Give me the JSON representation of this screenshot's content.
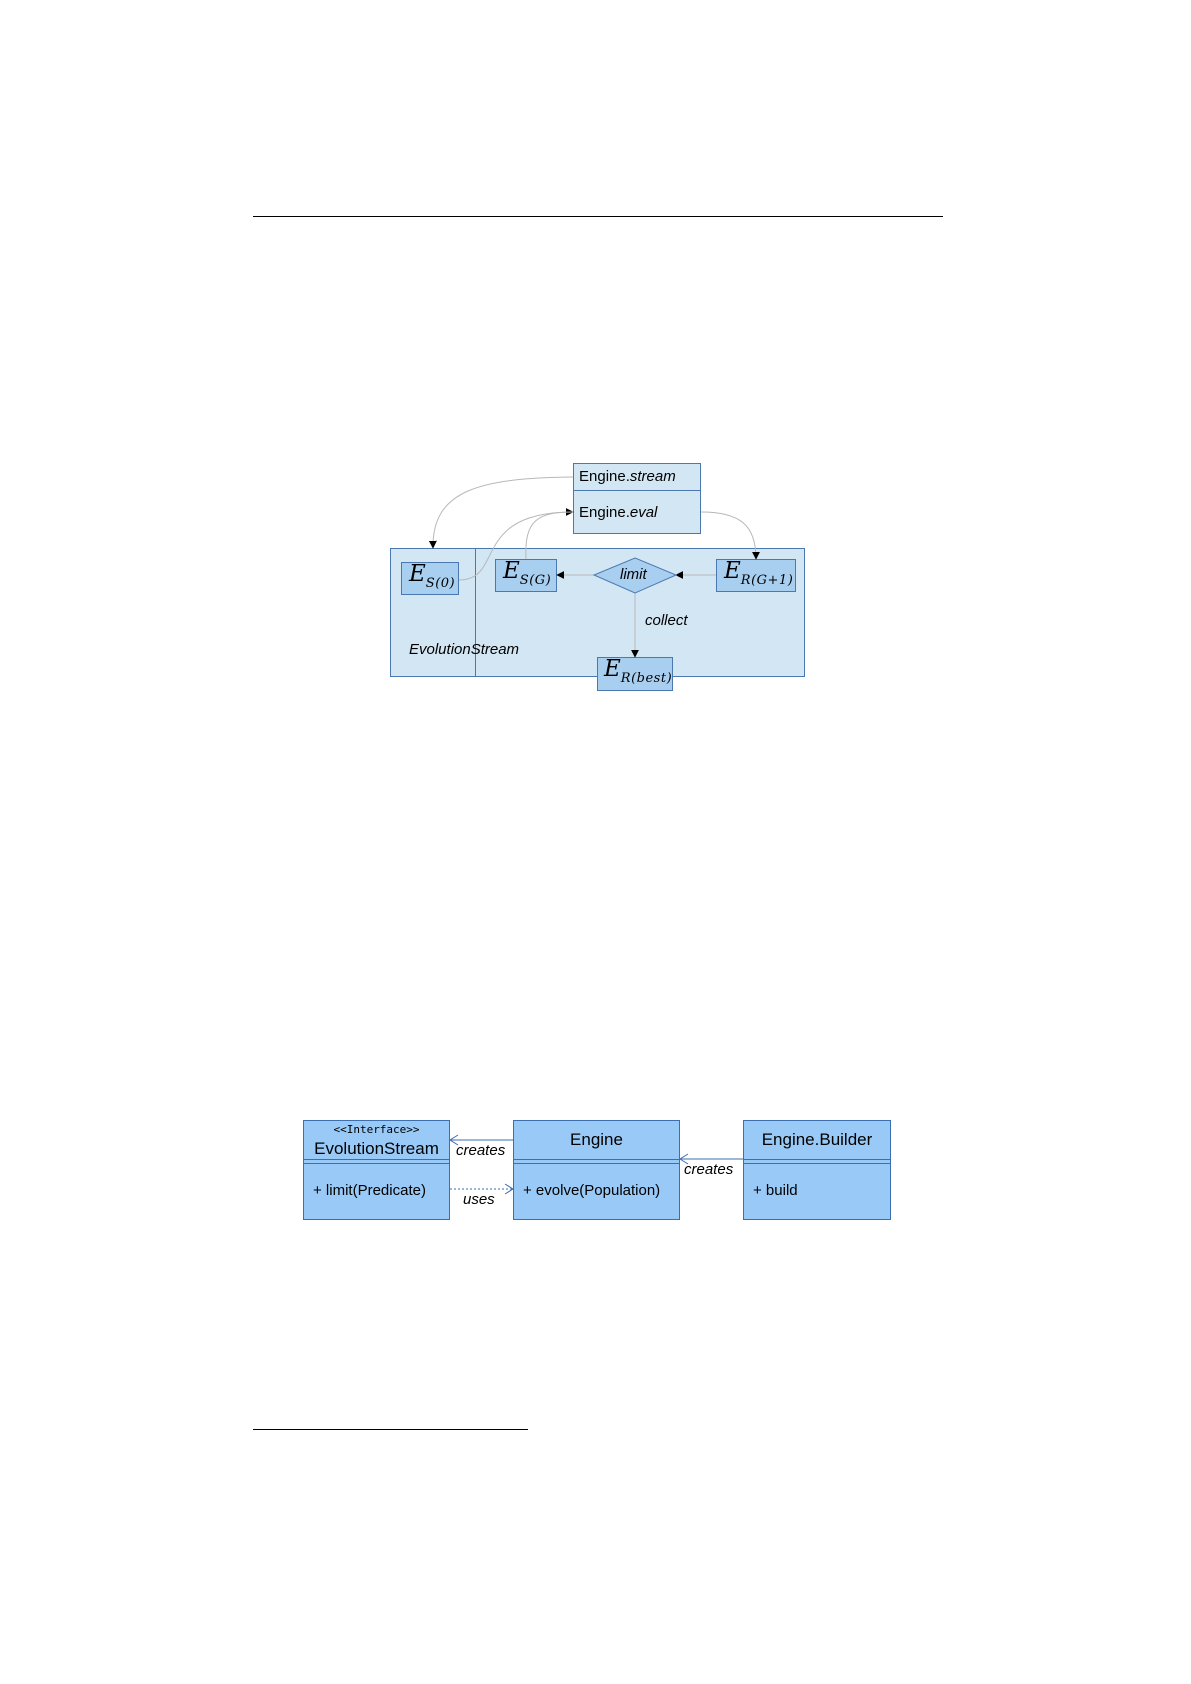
{
  "flow": {
    "engine_stream_prefix": "Engine.",
    "engine_stream_method": "stream",
    "engine_eval_prefix": "Engine.",
    "engine_eval_method": "eval",
    "es0": {
      "symbol": "E",
      "subscript": "S(0)"
    },
    "esg": {
      "symbol": "E",
      "subscript": "S(G)"
    },
    "erg1": {
      "symbol": "E",
      "subscript": "R(G+1)"
    },
    "erbest": {
      "symbol": "E",
      "subscript": "R(best)"
    },
    "limit_label": "limit",
    "collect_label": "collect",
    "container_label": "EvolutionStream"
  },
  "uml": {
    "evolution_stream": {
      "stereotype": "<<Interface>>",
      "name": "EvolutionStream",
      "operation": "+ limit(Predicate)"
    },
    "engine": {
      "name": "Engine",
      "operation": "+ evolve(Population)"
    },
    "builder": {
      "name": "Engine.Builder",
      "operation": "+ build"
    },
    "creates_label_1": "creates",
    "uses_label": "uses",
    "creates_label_2": "creates"
  },
  "colors": {
    "pale_fill": "#d3e6f4",
    "node_fill": "#a9cff0",
    "uml_fill": "#99c9f7",
    "border": "#4a78b0"
  }
}
